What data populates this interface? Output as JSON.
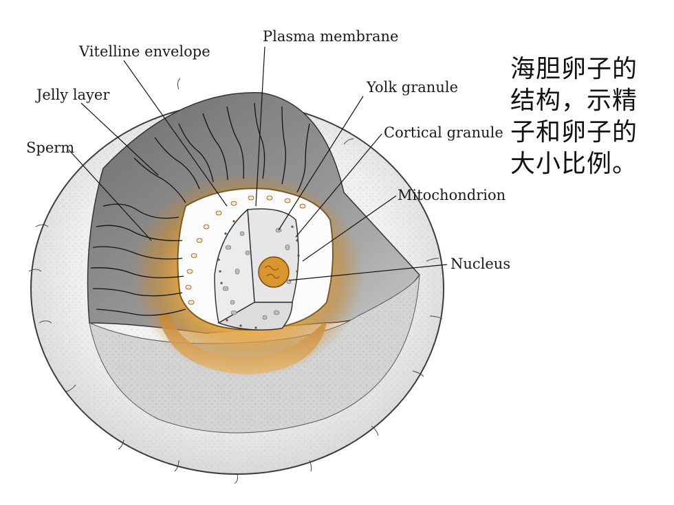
{
  "labels": {
    "plasma_membrane": "Plasma membrane",
    "vitelline_envelope": "Vitelline envelope",
    "jelly_layer": "Jelly layer",
    "sperm": "Sperm",
    "yolk_granule": "Yolk granule",
    "cortical_granule": "Cortical granule",
    "mitochondrion": "Mitochondrion",
    "nucleus": "Nucleus"
  },
  "caption": {
    "line1": "海胆卵子的",
    "line2": "结构，示精",
    "line3": "子和卵子的",
    "line4": "大小比例。"
  },
  "colors": {
    "jelly": "#e9e9e9",
    "jelly_dark": "#8a8a8a",
    "vitelline": "#e0a13a",
    "vitelline_dark": "#b06a1c",
    "cytoplasm": "#f4f4f4",
    "nucleus": "#d9962e"
  }
}
